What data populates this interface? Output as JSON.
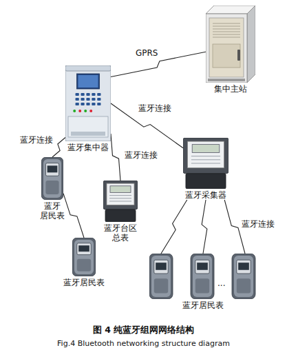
{
  "diagram": {
    "caption": "图 4 纯蓝牙组网网络结构",
    "nodes": [
      {
        "text": [
          "集中主站"
        ]
      },
      {
        "text": [
          "蓝牙集中器"
        ]
      },
      {
        "text": [
          "蓝牙 居民表"
        ]
      },
      {
        "text": [
          "蓝牙居民表"
        ]
      },
      {
        "text": [
          "蓝牙台区 总表"
        ]
      },
      {
        "text": [
          "蓝牙采集器"
        ]
      },
      {
        "text": [
          "蓝牙居民表"
        ]
      }
    ],
    "edges": [
      {
        "from": 1,
        "to": 0,
        "label": "GPRS",
        "arrow": "none"
      },
      {
        "from": 1,
        "to": 5,
        "label": "蓝牙连接",
        "arrow": "none"
      },
      {
        "from": 1,
        "to": 2,
        "label": "蓝牙连接",
        "arrow": "none"
      },
      {
        "from": 1,
        "to": 4,
        "label": "蓝牙连接",
        "arrow": "none"
      },
      {
        "from": 2,
        "to": 3,
        "arrow": "none"
      },
      {
        "from": 5,
        "to": 6,
        "arrow": "none"
      },
      {
        "from": 5,
        "to": 6,
        "arrow": "none"
      },
      {
        "from": 5,
        "to": 6,
        "label": "蓝牙连接",
        "arrow": "none"
      }
    ],
    "labels": [
      "...",
      "Fig.4 Bluetooth networking structure diagram"
    ]
  }
}
